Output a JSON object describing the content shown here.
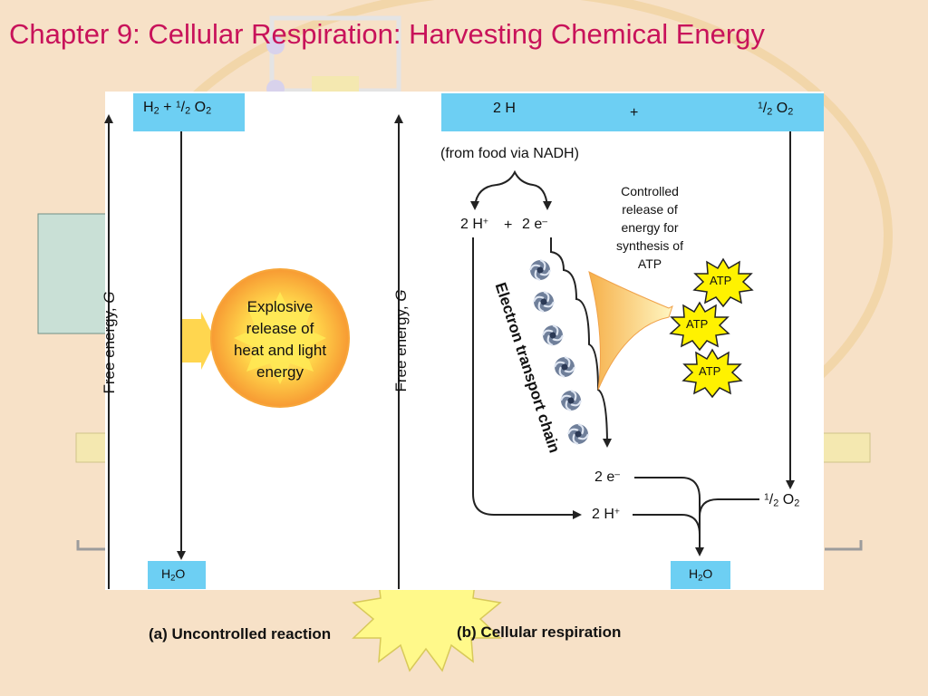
{
  "slide": {
    "title": "Chapter 9: Cellular Respiration: Harvesting Chemical Energy"
  },
  "panel_a": {
    "reactants": {
      "h_sub": "2",
      "plus": "+",
      "half_num": "1",
      "half_den": "2",
      "o": "O",
      "o_sub": "2",
      "h": "H"
    },
    "axis_label": "Free energy, ",
    "axis_symbol": "G",
    "explosion_text": [
      "Explosive",
      "release of",
      "heat and light",
      "energy"
    ],
    "product": {
      "h": "H",
      "h_sub": "2",
      "o": "O"
    },
    "caption": "(a) Uncontrolled reaction"
  },
  "panel_b": {
    "top_left": "2 H",
    "top_plus": "+",
    "top_right": {
      "half_num": "1",
      "half_den": "2",
      "o": "O",
      "o_sub": "2"
    },
    "axis_label": "Free energy, ",
    "axis_symbol": "G",
    "source_note": "(from food via NADH)",
    "split_left": {
      "text": "2 H",
      "sup": "+"
    },
    "split_plus": "+",
    "split_right": {
      "text": "2 e",
      "sup": "–"
    },
    "chain_label": "Electron transport chain",
    "controlled_text": [
      "Controlled",
      "release of",
      "energy for",
      "synthesis of",
      "ATP"
    ],
    "atp_labels": [
      "ATP",
      "ATP",
      "ATP"
    ],
    "electrons_out": {
      "text": "2 e",
      "sup": "–"
    },
    "protons_out": {
      "text": "2 H",
      "sup": "+"
    },
    "oxygen_in": {
      "half_num": "1",
      "half_den": "2",
      "o": "O",
      "o_sub": "2"
    },
    "product": {
      "h": "H",
      "h_sub": "2",
      "o": "O"
    },
    "caption": "(b) Cellular respiration"
  },
  "colors": {
    "background": "#f7e1c7",
    "title": "#c8125a",
    "box": "#6dcff3",
    "explosion": "#f9a23a",
    "atp_star": "#fff200"
  }
}
